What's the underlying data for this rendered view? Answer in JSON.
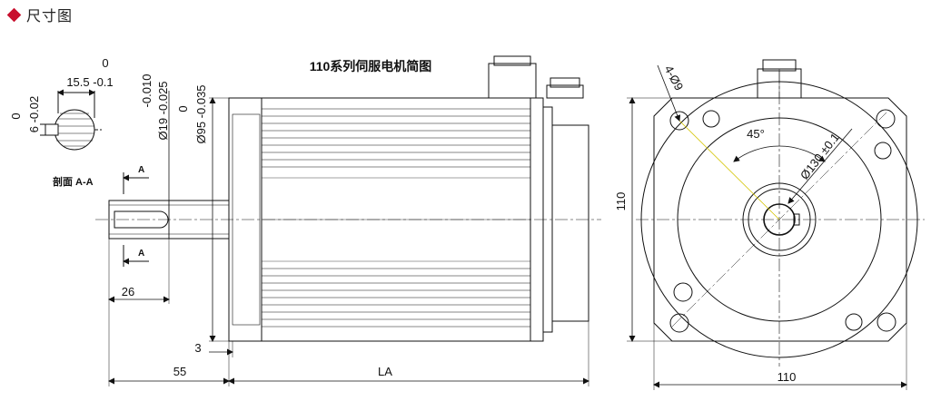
{
  "header": {
    "title": "尺寸图",
    "accent": "#c8102e"
  },
  "drawing": {
    "title": "110系列伺服电机简图",
    "section": {
      "label": "剖面 A-A",
      "key_tol_top": "0",
      "key_width": "15.5 -0.1",
      "side_tol": "0",
      "side_dim": "6 -0.02"
    },
    "shaft": {
      "tol_top": "-0.010",
      "diameter": "Ø19 -0.025"
    },
    "flange": {
      "tol_top": "0",
      "diameter": "Ø95 -0.035"
    },
    "cut_marker": "A",
    "dims": {
      "keyway_len": "26",
      "flange_step": "3",
      "shaft_len": "55",
      "body_len": "LA",
      "height": "110",
      "width": "110",
      "holes": "4-Ø9",
      "angle": "45°",
      "pcd": "Ø130 ±0.1"
    }
  }
}
